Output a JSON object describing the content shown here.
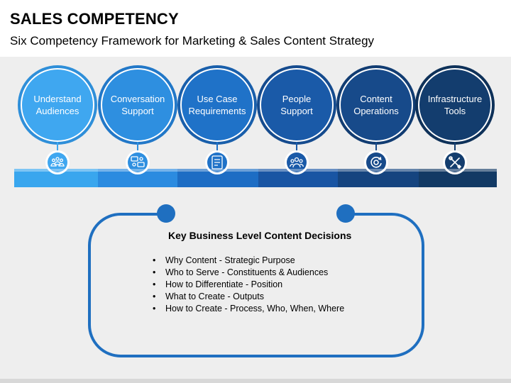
{
  "title": "SALES COMPETENCY",
  "subtitle": "Six Competency Framework for Marketing & Sales Content Strategy",
  "competencies": [
    {
      "label_line1": "Understand",
      "label_line2": "Audiences",
      "icon": "people-group-icon",
      "color": "#3fa7f0",
      "ring": "#2f8fd9",
      "bar": "#39a6ee"
    },
    {
      "label_line1": "Conversation",
      "label_line2": "Support",
      "icon": "conversation-icon",
      "color": "#2e8fe0",
      "ring": "#2278c8",
      "bar": "#2b8be0"
    },
    {
      "label_line1": "Use Case",
      "label_line2": "Requirements",
      "icon": "checklist-icon",
      "color": "#1f72c8",
      "ring": "#195fab",
      "bar": "#1d6dc4"
    },
    {
      "label_line1": "People",
      "label_line2": "Support",
      "icon": "team-support-icon",
      "color": "#1a5aa8",
      "ring": "#154b8e",
      "bar": "#1955a3"
    },
    {
      "label_line1": "Content",
      "label_line2": "Operations",
      "icon": "cycle-icon",
      "color": "#174a8a",
      "ring": "#113c72",
      "bar": "#15447f"
    },
    {
      "label_line1": "Infrastructure",
      "label_line2": "Tools",
      "icon": "tools-icon",
      "color": "#133d6e",
      "ring": "#0e3159",
      "bar": "#123964"
    }
  ],
  "decisions": {
    "heading": "Key Business Level Content Decisions",
    "items": [
      "Why Content - Strategic Purpose",
      "Who to Serve - Constituents & Audiences",
      "How to Differentiate - Position",
      "What to Create - Outputs",
      "How to Create - Process, Who, When, Where"
    ]
  },
  "frame_color": "#1f6fc0"
}
